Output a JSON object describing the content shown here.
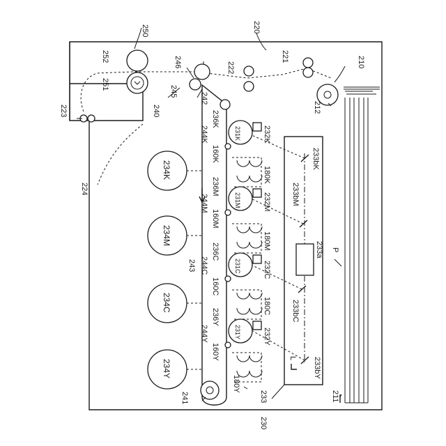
{
  "labels": {
    "l250": "250",
    "l220": "220",
    "l210": "210",
    "l252": "252",
    "l251": "251",
    "l246": "246",
    "l222": "222",
    "l221": "221",
    "l245": "245",
    "l242": "242",
    "l212": "212",
    "l240": "240",
    "l223": "223",
    "l224": "224",
    "l243": "243",
    "l241": "241",
    "l233": "233",
    "l230": "230",
    "l211": "211",
    "l233a": "233a",
    "lP": "P",
    "lL": "L",
    "k236": "236K",
    "k244": "244K",
    "k160": "160K",
    "k232": "232K",
    "k180": "180K",
    "k233b": "233bK",
    "k231": "231K",
    "k234": "234K",
    "m236": "236M",
    "m244": "244M",
    "m160": "160M",
    "m232": "232M",
    "m180": "180M",
    "m233b": "233bM",
    "m231": "231M",
    "m234": "234M",
    "c236": "236C",
    "c244": "244C",
    "c160": "160C",
    "c232": "232C",
    "c180": "180C",
    "c233b": "233bC",
    "c231": "231C",
    "c234": "234C",
    "y236": "236Y",
    "y244": "244Y",
    "y160": "160Y",
    "y232": "232Y",
    "y180": "180Y",
    "y233b": "233bY",
    "y231": "231Y",
    "y234": "234Y"
  }
}
